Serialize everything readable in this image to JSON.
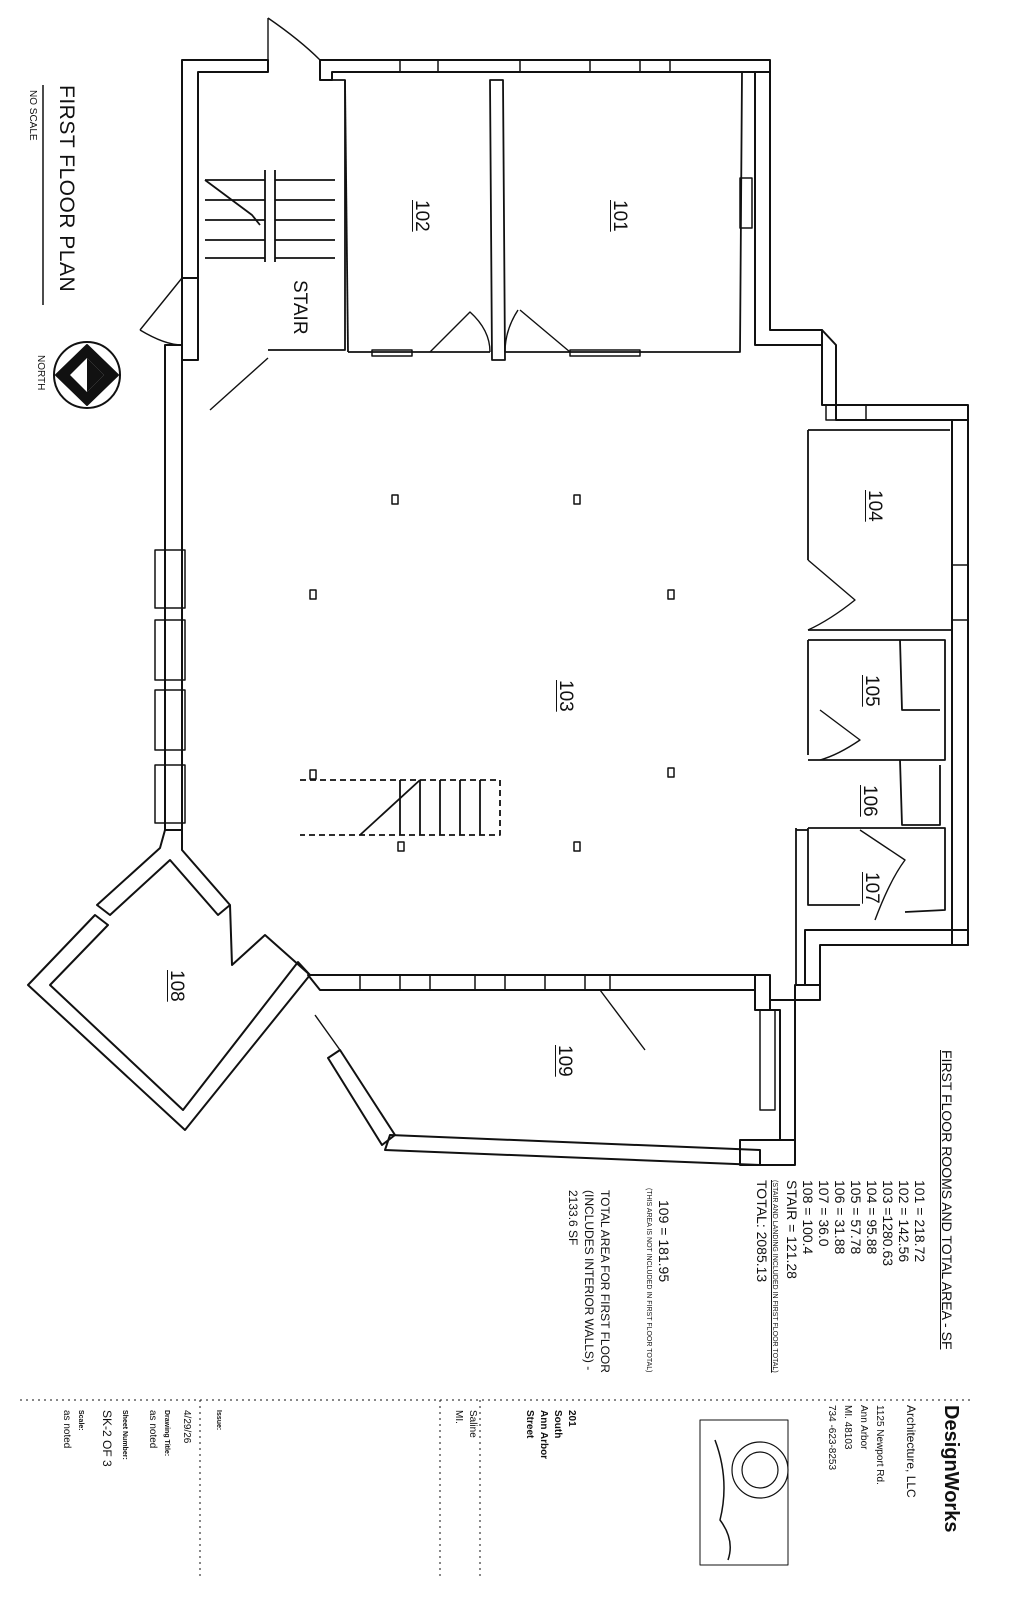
{
  "drawing": {
    "title": "FIRST FLOOR PLAN",
    "scale_note": "NO SCALE",
    "north_label": "NORTH"
  },
  "rooms": {
    "r101": "101",
    "r102": "102",
    "r103": "103",
    "r104": "104",
    "r105": "105",
    "r106": "106",
    "r107": "107",
    "r108": "108",
    "r109": "109",
    "stair": "STAIR"
  },
  "area_schedule": {
    "heading": "FIRST FLOOR ROOMS AND TOTAL AREA - SF",
    "rows": [
      "101   =   218.72",
      "102   =   142.56",
      "103   =1280.63",
      "104   =     95.88",
      "105   =     57.78",
      "106   =     31.88",
      "107   =     36.0",
      "108   =   100.4",
      "STAIR = 121.28"
    ],
    "stair_note": "(STAIR AND LANDING INCLUDED IN FIRST FLOOR TOTAL)",
    "total": "TOTAL: 2085.13",
    "excluded_row": "109     =     181.95",
    "excluded_note": "(THIS AREA IS NOT INCLUDED IN FIRST FLOOR TOTAL)",
    "gross_line1": "TOTAL AREA FOR FIRST FLOOR",
    "gross_line2": "(INCLUDES INTERIOR WALLS) -",
    "gross_line3": "2133.6 SF"
  },
  "title_block": {
    "firm": "DesignWorks",
    "firm_sub": "Architecture, LLC",
    "address1": "1125 Newport Rd.",
    "address2": "Ann Arbor",
    "address3": "MI. 48103",
    "phone": "734 -623-8253",
    "project_line1": "201",
    "project_line2": "South",
    "project_line3": "Ann Arbor",
    "project_line4": "Street",
    "project_line5": "Saline",
    "project_line6": "MI.",
    "issue_label": "Issue:",
    "issue_date": "4/29/26",
    "drawing_title_label": "Drawing Title:",
    "drawing_title_value": "as noted",
    "sheet_number_label": "Sheet Number:",
    "sheet_number_value": "SK-2 OF 3",
    "scale_label": "Scale:",
    "scale_value": "as noted"
  },
  "colors": {
    "ink": "#111111",
    "paper": "#ffffff"
  }
}
